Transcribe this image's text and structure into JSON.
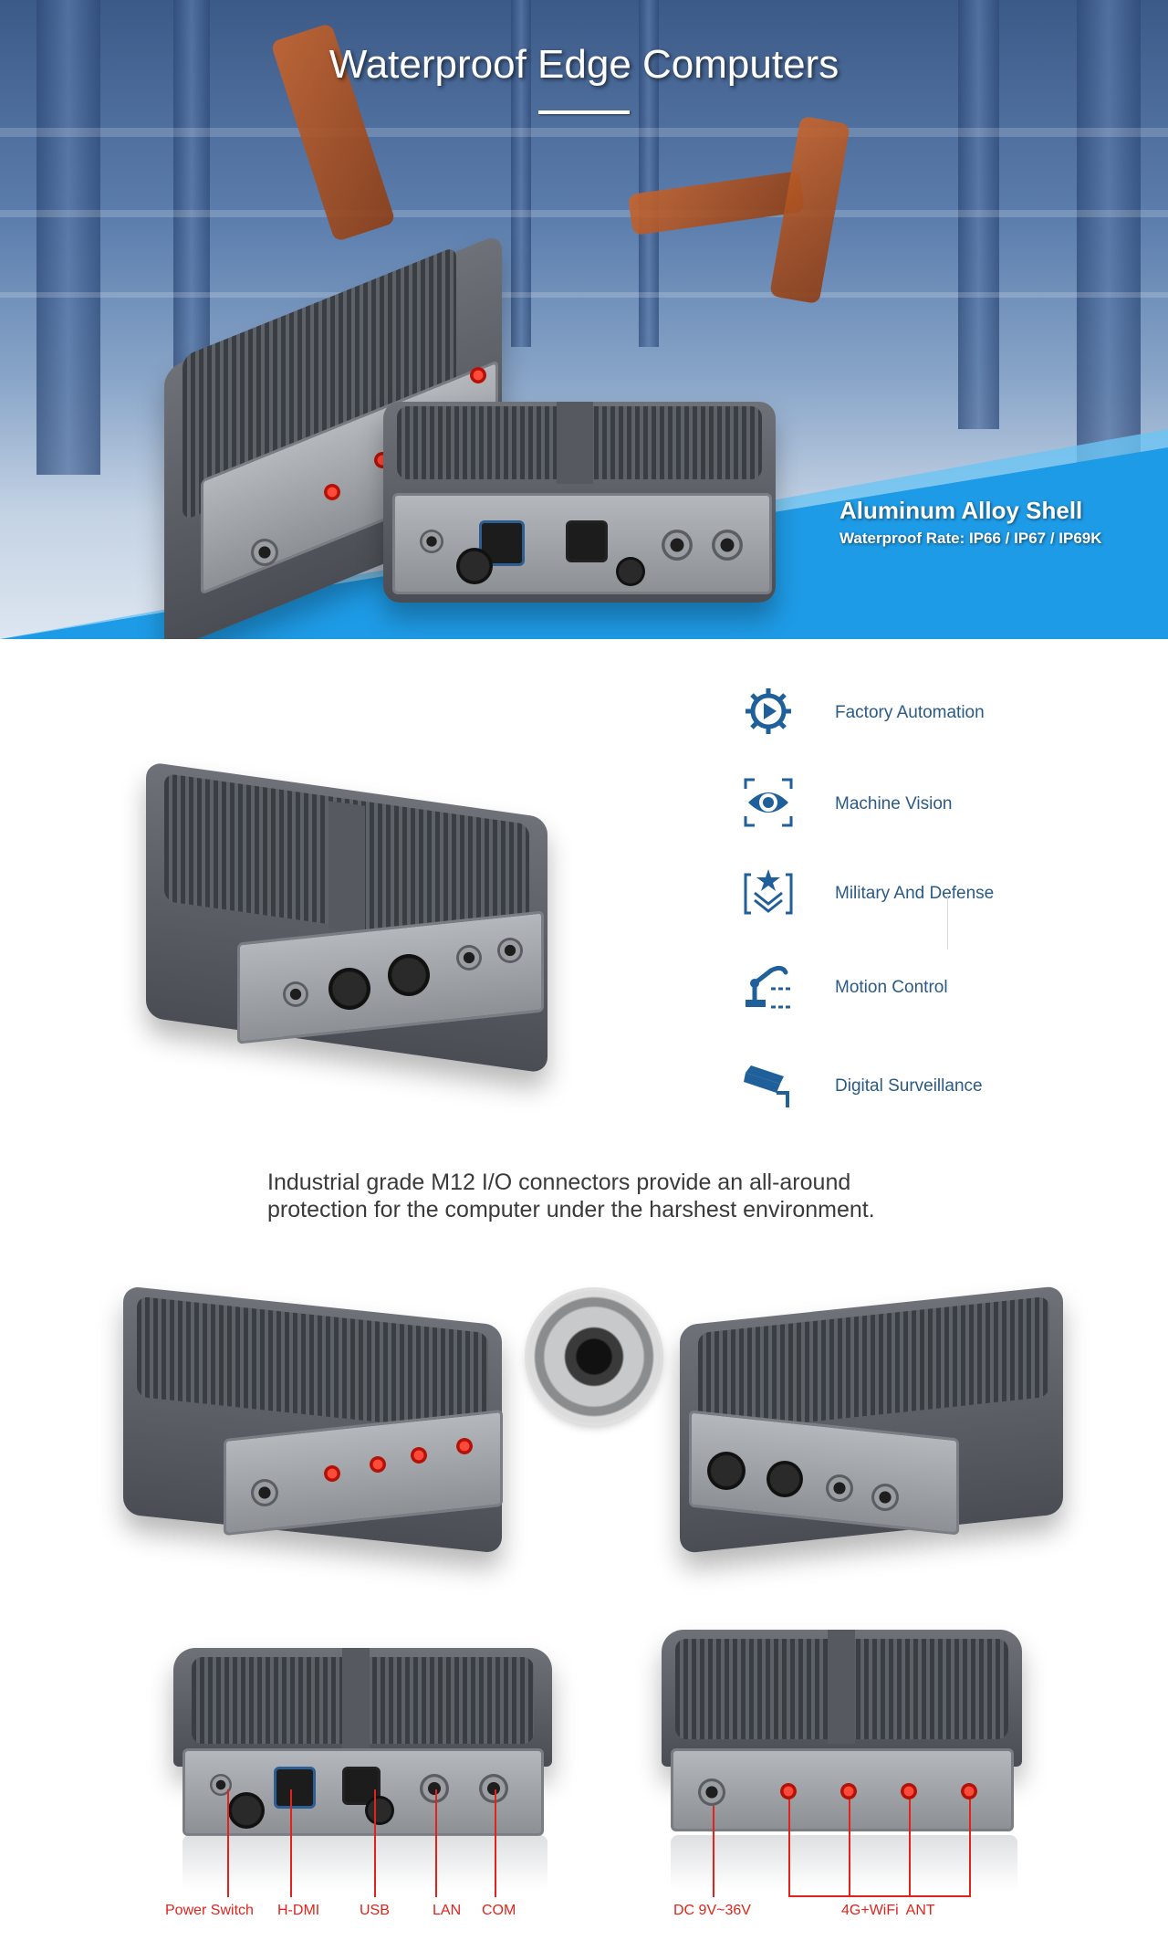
{
  "hero": {
    "title": "Waterproof Edge Computers",
    "shell_title": "Aluminum Alloy Shell",
    "waterproof_rate": "Waterproof Rate: IP66 / IP67 / IP69K",
    "accent_color": "#1e9be6"
  },
  "applications": {
    "items": [
      {
        "label": "Factory Automation",
        "icon": "gear-play-icon"
      },
      {
        "label": "Machine Vision",
        "icon": "eye-icon"
      },
      {
        "label": "Military And Defense",
        "icon": "star-shield-icon"
      },
      {
        "label": "Motion Control",
        "icon": "robot-arm-icon"
      },
      {
        "label": "Digital Surveillance",
        "icon": "cctv-camera-icon"
      }
    ],
    "icon_color": "#1f5f9a",
    "label_color": "#2a5a86"
  },
  "description": {
    "line1": "Industrial grade M12 I/O connectors provide an all-around",
    "line2": "protection for the computer under the harshest environment."
  },
  "ports": {
    "front": [
      "Power Switch",
      "H-DMI",
      "USB",
      "LAN",
      "COM"
    ],
    "rear": {
      "power": "DC 9V~36V",
      "antenna": "4G+WiFi  ANT"
    },
    "callout_color": "#e0241b"
  }
}
